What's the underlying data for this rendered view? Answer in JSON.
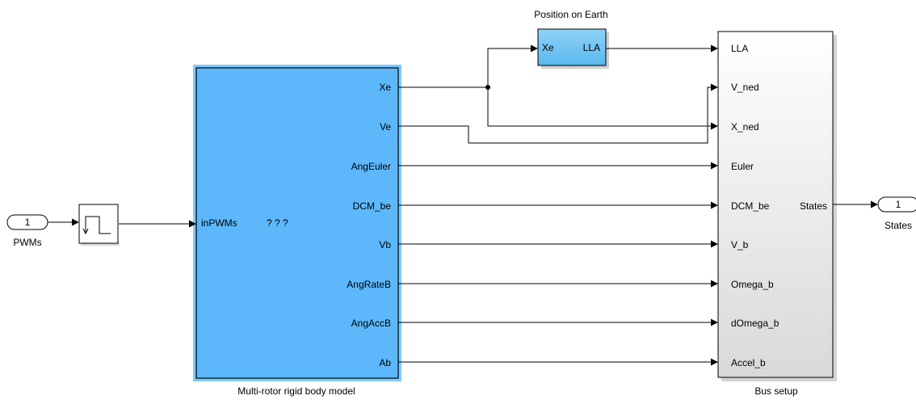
{
  "blocks": {
    "inport": {
      "number": "1",
      "label": "PWMs"
    },
    "outport": {
      "number": "1",
      "label": "States"
    },
    "rigid_body": {
      "title": "Multi-rotor rigid body model",
      "input": "inPWMs",
      "placeholder": "? ? ?",
      "outputs": [
        "Xe",
        "Ve",
        "AngEuler",
        "DCM_be",
        "Vb",
        "AngRateB",
        "AngAccB",
        "Ab"
      ]
    },
    "position": {
      "title": "Position on Earth",
      "input": "Xe",
      "output": "LLA"
    },
    "bus": {
      "title": "Bus setup",
      "inputs": [
        "LLA",
        "V_ned",
        "X_ned",
        "Euler",
        "DCM_be",
        "V_b",
        "Omega_b",
        "dOmega_b",
        "Accel_b"
      ],
      "output": "States"
    }
  },
  "colors": {
    "rigid_body_fill": "#5cb8fb",
    "rigid_body_highlight": "#7fcaff",
    "position_fill": "#72c6f6",
    "bus_gradient_top": "#ffffff",
    "bus_gradient_bottom": "#d9d9d9"
  }
}
